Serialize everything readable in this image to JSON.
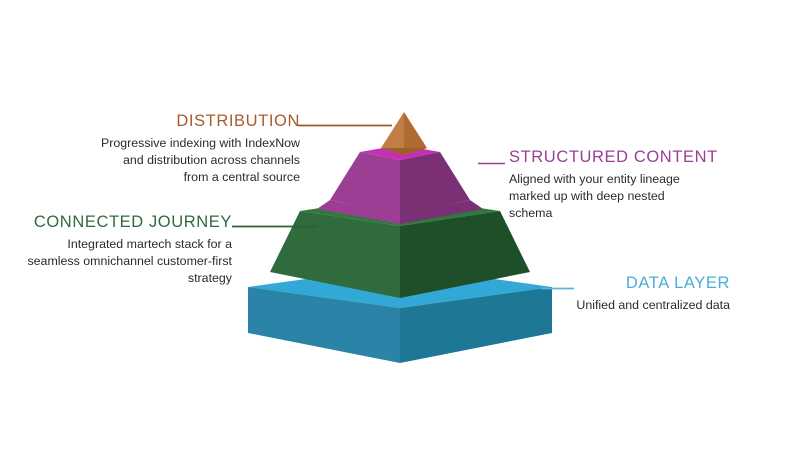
{
  "diagram": {
    "type": "layered-3d-pyramid",
    "background_color": "#ffffff",
    "tiers": [
      {
        "id": "distribution",
        "level": 4,
        "position": "apex",
        "title": "DISTRIBUTION",
        "description": "Progressive indexing with IndexNow and distribution across channels from a central source",
        "title_color": "#a85c2e",
        "leader_line_color": "#9c5a2c",
        "callout_side": "left",
        "colors": {
          "left_face": "#c07d45",
          "right_face": "#b06a32",
          "top_face": "#d19a62"
        }
      },
      {
        "id": "structured-content",
        "level": 3,
        "position": "second",
        "title": "STRUCTURED CONTENT",
        "description": "Aligned with your entity lineage marked up with deep nested schema",
        "title_color": "#9b3f93",
        "leader_line_color": "#9b3f93",
        "callout_side": "right",
        "colors": {
          "left_face": "#9c3f94",
          "right_face": "#7b2f75",
          "top_face": "#c62fb4"
        }
      },
      {
        "id": "connected-journey",
        "level": 2,
        "position": "third",
        "title": "CONNECTED JOURNEY",
        "description": "Integrated martech stack for a seamless omnichannel customer-first strategy",
        "title_color": "#31693f",
        "leader_line_color": "#2f5e37",
        "callout_side": "left",
        "colors": {
          "left_face": "#2f6b3c",
          "right_face": "#1f4f28",
          "top_face": "#2f7a3a"
        }
      },
      {
        "id": "data-layer",
        "level": 1,
        "position": "base",
        "title": "DATA LAYER",
        "description": "Unified and centralized data",
        "title_color": "#4aadda",
        "leader_line_color": "#5bb6de",
        "callout_side": "right",
        "colors": {
          "left_face": "#2c83a8",
          "right_face": "#1f7796",
          "top_face": "#31a8d6"
        }
      }
    ]
  }
}
